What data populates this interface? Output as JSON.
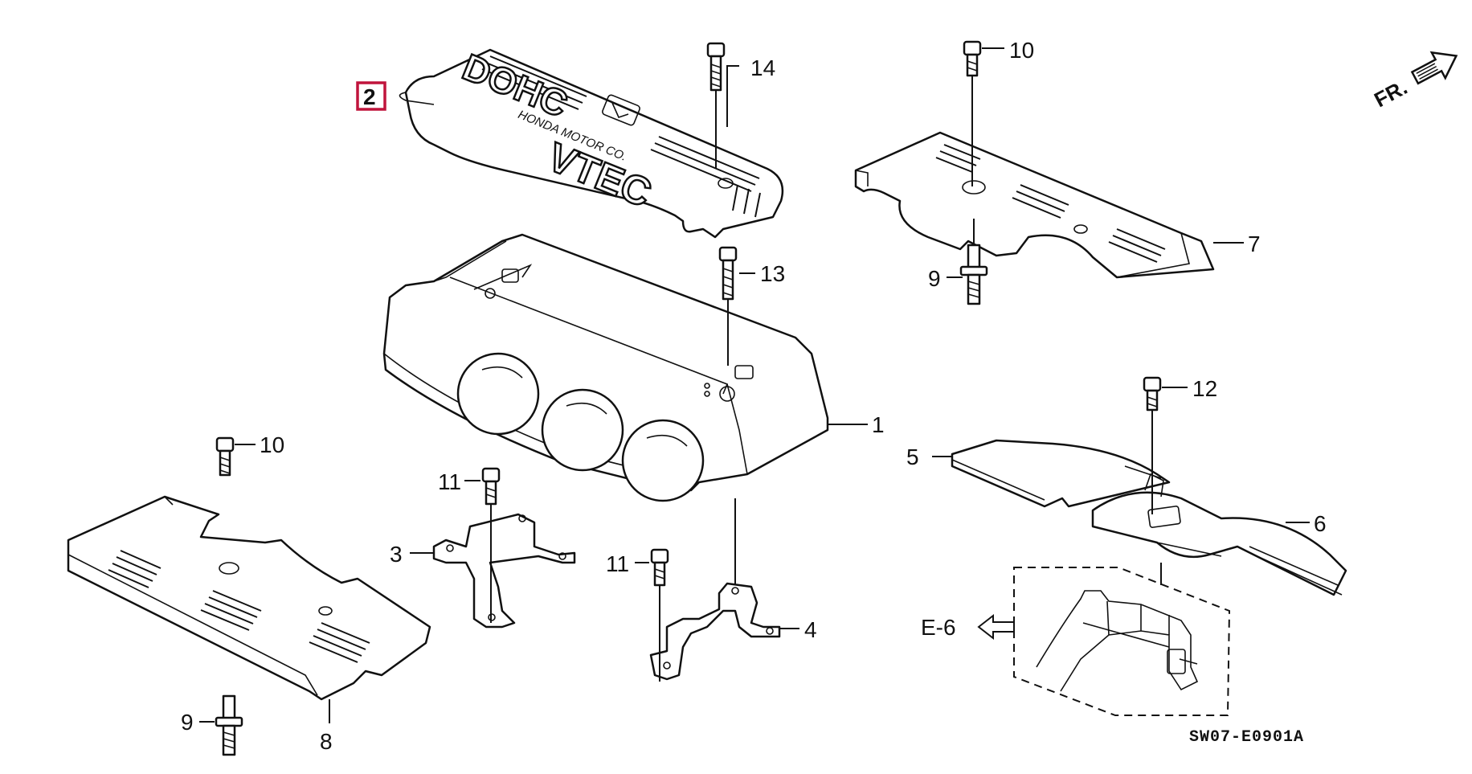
{
  "diagram": {
    "code": "SW07-E0901A",
    "front_marker": "FR.",
    "reference": "E-6",
    "cover_text": {
      "line1": "DOHC",
      "line2": "VTEC",
      "maker": "HONDA MOTOR CO."
    },
    "callouts": {
      "c1": "1",
      "c2": "2",
      "c3": "3",
      "c4": "4",
      "c5": "5",
      "c6": "6",
      "c7": "7",
      "c8": "8",
      "c9a": "9",
      "c9b": "9",
      "c10a": "10",
      "c10b": "10",
      "c11a": "11",
      "c11b": "11",
      "c12": "12",
      "c13": "13",
      "c14": "14"
    },
    "highlight_color": "#c0143c",
    "line_color": "#111111"
  }
}
